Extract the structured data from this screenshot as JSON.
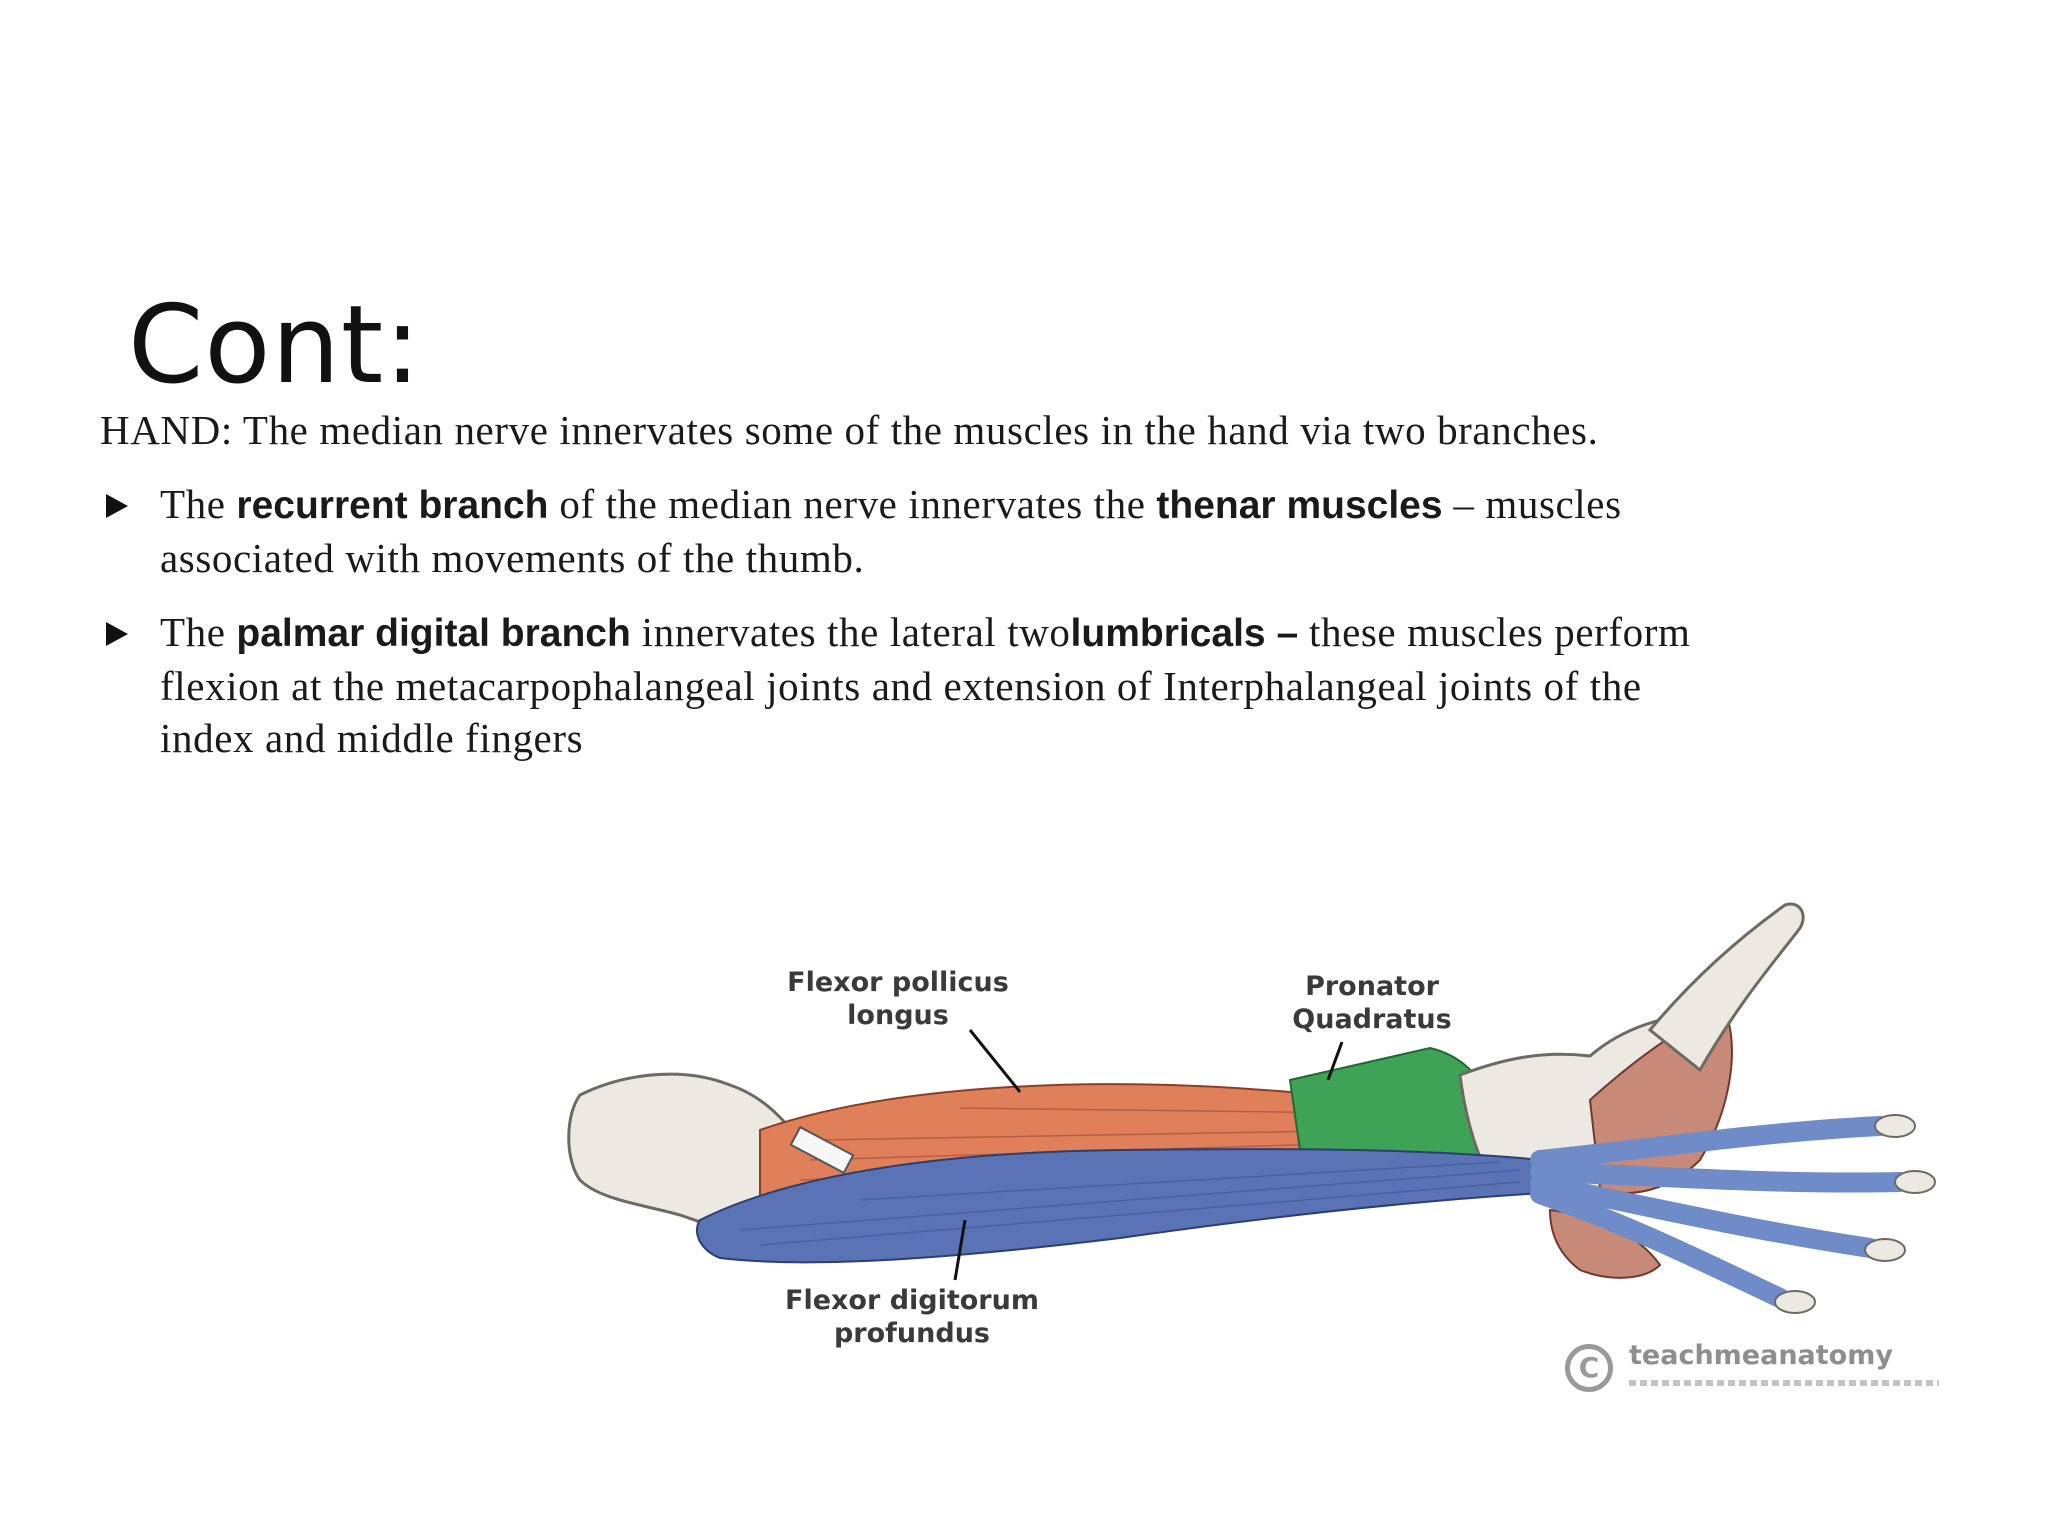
{
  "slide": {
    "title": "Cont:",
    "intro": {
      "lead": "HAND:",
      "text": " The median nerve innervates some of the muscles in the hand via two branches."
    },
    "bullets": [
      {
        "t1": "The ",
        "b1": "recurrent branch",
        "t2": " of the median nerve innervates the ",
        "b2": "thenar muscles",
        "t3": " – muscles associated with movements of the thumb."
      },
      {
        "t1": "The ",
        "b1": "palmar digital branch",
        "t2": " innervates the lateral two",
        "b2": "lumbricals –",
        "t3": " these muscles perform flexion at the metacarpophalangeal joints and extension of Interphalangeal joints of the index and middle fingers"
      }
    ]
  },
  "figure": {
    "labels": {
      "fpl": [
        "Flexor pollicus",
        "longus"
      ],
      "pq": [
        "Pronator",
        "Quadratus"
      ],
      "fdp": [
        "Flexor digitorum",
        "profundus"
      ]
    },
    "watermark": "teachmeanatomy",
    "copyright_symbol": "C",
    "colors": {
      "flexor_pollicis_longus": "#e0805a",
      "flexor_digitorum_profundus": "#5a73b5",
      "pronator_quadratus": "#3fa357",
      "bone": "#ece9e2"
    }
  }
}
